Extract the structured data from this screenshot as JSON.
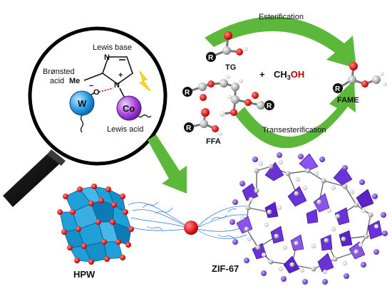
{
  "magnifier": {
    "lewis_base": "Lewis base",
    "bronsted_acid_line1": "Brønsted",
    "bronsted_acid_line2": "acid",
    "lewis_acid": "Lewis acid",
    "methyl": "Me",
    "nitrogen_top": "N",
    "nitrogen_bottom": "N",
    "plus_sign": "+",
    "oxygen": "O",
    "minus_sign": "−",
    "tungsten": "W",
    "cobalt": "Co"
  },
  "reaction": {
    "esterification": "Esterification",
    "transesterification": "Transesterification",
    "tg": "TG",
    "ffa": "FFA",
    "fame": "FAME",
    "plus": "+",
    "methanol_prefix": "CH",
    "methanol_sub": "3",
    "methanol_oh": "OH",
    "r_label": "R"
  },
  "materials": {
    "hpw": "HPW",
    "zif67": "ZIF-67"
  },
  "colors": {
    "arrow_green": "#5cb83a",
    "polyhedron_blue": "#1fa0d8",
    "zif_purple": "#6a32d8",
    "oxygen_red": "#e01414",
    "carbon_grey": "#9a9a9a"
  }
}
